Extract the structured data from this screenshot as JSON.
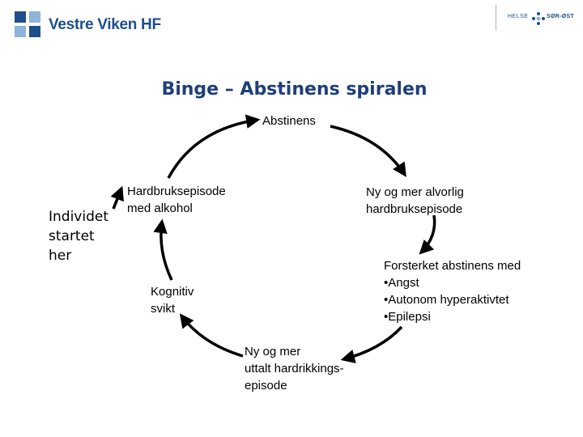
{
  "header": {
    "org_left": "Vestre Viken HF",
    "org_right_left": "HELSE",
    "org_right_right": "SØR-ØST"
  },
  "title": "Binge – Abstinens spiralen",
  "nodes": {
    "abstinens": "Abstinens",
    "ny_alvorlig": [
      "Ny og mer alvorlig",
      "hardbruksepisode"
    ],
    "forsterket": [
      "Forsterket abstinens med",
      "•Angst",
      "•Autonom hyperaktivtet",
      "•Epilepsi"
    ],
    "ny_uttalt": [
      "Ny og mer",
      "uttalt hardrikkings-",
      "episode"
    ],
    "kognitiv": [
      "Kognitiv",
      "svikt"
    ],
    "hardbruk": [
      "Hardbruksepisode",
      "med alkohol"
    ],
    "individet": [
      "Individet",
      "startet",
      "her"
    ]
  },
  "colors": {
    "title": "#1f3f7a",
    "logo": "#1f4e8c",
    "arrow": "#000000"
  }
}
